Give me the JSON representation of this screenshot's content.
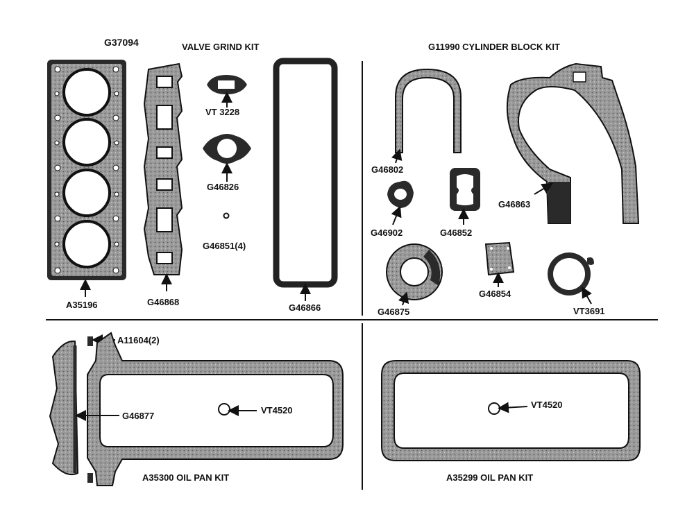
{
  "kits": {
    "valve_grind": {
      "part_no": "G37094",
      "title": "VALVE GRIND KIT"
    },
    "cylinder_block": {
      "title": "G11990 CYLINDER BLOCK KIT"
    },
    "oil_pan_left": {
      "title": "A35300  OIL PAN KIT"
    },
    "oil_pan_right": {
      "title": "A35299  OIL PAN KIT"
    }
  },
  "parts": {
    "head_gasket": "A35196",
    "manifold_gasket": "G46868",
    "small_flange_gasket": "VT 3228",
    "round_flange_gasket": "G46826",
    "small_washer": "G46851(4)",
    "rocker_cover_gasket": "G46866",
    "rear_seal_gasket": "G46802",
    "fuel_pump_gasket": "G46902",
    "thermostat_gasket": "G46852",
    "timing_cover_gasket": "G46863",
    "seal_ring": "G46875",
    "square_plate_gasket": "G46854",
    "ring_gasket": "VT3691",
    "end_seal": "A11604(2)",
    "side_strip": "G46877",
    "drain_washer_left": "VT4520",
    "drain_washer_right": "VT4520"
  },
  "colors": {
    "ink": "#111111",
    "gasket_fill": "#8c8c8c",
    "dark_fill": "#2a2a2a",
    "paper": "#ffffff"
  }
}
